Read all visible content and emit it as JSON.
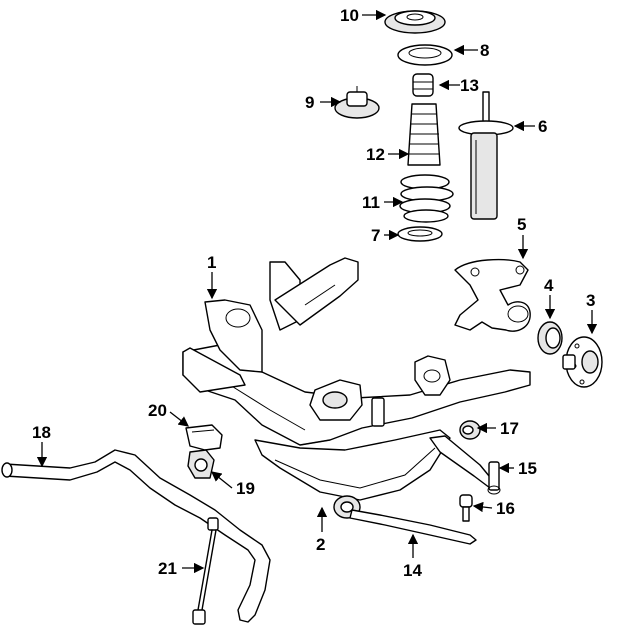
{
  "callouts": [
    {
      "id": "1",
      "label": "1"
    },
    {
      "id": "2",
      "label": "2"
    },
    {
      "id": "3",
      "label": "3"
    },
    {
      "id": "4",
      "label": "4"
    },
    {
      "id": "5",
      "label": "5"
    },
    {
      "id": "6",
      "label": "6"
    },
    {
      "id": "7",
      "label": "7"
    },
    {
      "id": "8",
      "label": "8"
    },
    {
      "id": "9",
      "label": "9"
    },
    {
      "id": "10",
      "label": "10"
    },
    {
      "id": "11",
      "label": "11"
    },
    {
      "id": "12",
      "label": "12"
    },
    {
      "id": "13",
      "label": "13"
    },
    {
      "id": "14",
      "label": "14"
    },
    {
      "id": "15",
      "label": "15"
    },
    {
      "id": "16",
      "label": "16"
    },
    {
      "id": "17",
      "label": "17"
    },
    {
      "id": "18",
      "label": "18"
    },
    {
      "id": "19",
      "label": "19"
    },
    {
      "id": "20",
      "label": "20"
    },
    {
      "id": "21",
      "label": "21"
    }
  ],
  "colors": {
    "line": "#000000",
    "background": "#ffffff",
    "shade": "#e6e6e6"
  }
}
